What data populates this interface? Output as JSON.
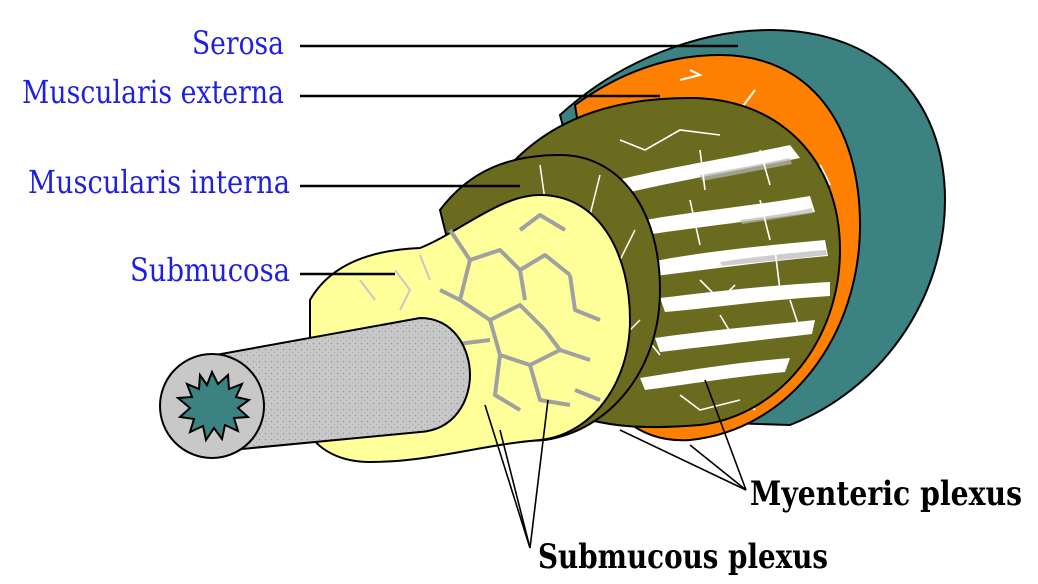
{
  "colors": {
    "label_blue": "#1f1fe0",
    "label_black": "#000000",
    "serosa": "#3c8282",
    "muscularis_externa": "#ff8000",
    "muscularis_interna": "#6b6b1f",
    "muscle_fibers": "#ffffff",
    "submucosa": "#ffff99",
    "submucosa_vessels": "#a0a0a0",
    "mucosa": "#c0c0c0",
    "lumen": "#3c8282"
  },
  "labels": {
    "serosa": "Serosa",
    "muscularis_externa": "Muscularis externa",
    "muscularis_interna": "Muscularis interna",
    "submucosa": "Submucosa",
    "myenteric_plexus": "Myenteric plexus",
    "submucous_plexus": "Submucous plexus"
  }
}
